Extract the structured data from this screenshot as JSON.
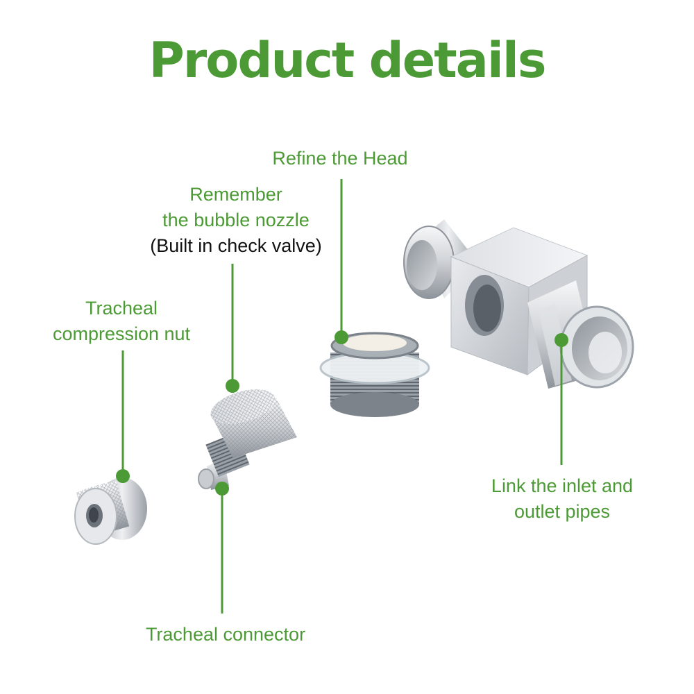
{
  "title": "Product details",
  "colors": {
    "accent": "#4c9a35",
    "dark_text": "#111111",
    "metal_light": "#eef0f2",
    "metal_mid": "#c4c8cd",
    "metal_dark": "#7d838a"
  },
  "labels": {
    "refine_head": {
      "lines": [
        "Refine the Head"
      ]
    },
    "bubble_nozzle": {
      "lines": [
        "Remember",
        "the bubble nozzle"
      ],
      "note": "(Built in check valve)"
    },
    "compression_nut": {
      "lines": [
        "Tracheal",
        "compression nut"
      ]
    },
    "inlet_outlet": {
      "lines": [
        "Link the inlet and",
        "outlet pipes"
      ]
    },
    "tracheal_connector": {
      "lines": [
        "Tracheal connector"
      ]
    }
  }
}
